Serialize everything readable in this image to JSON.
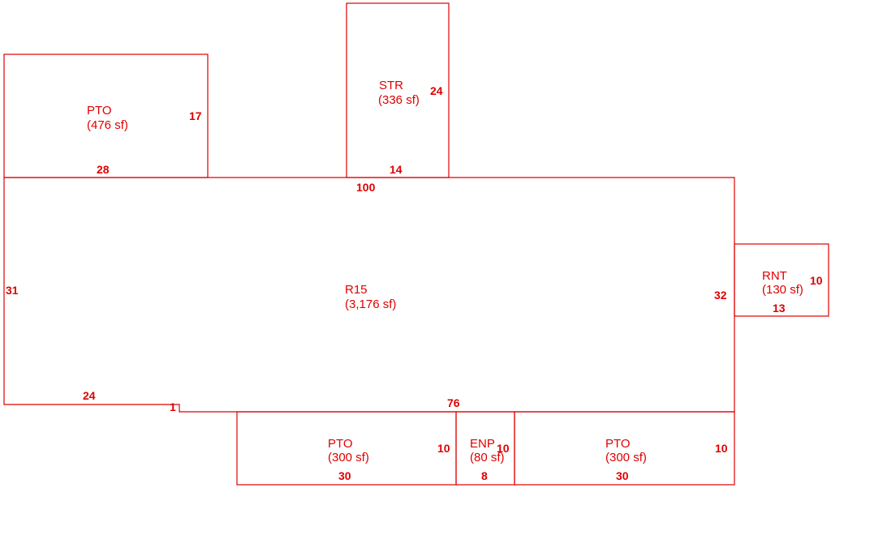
{
  "areas": {
    "pto_top": {
      "code": "PTO",
      "area": "(476 sf)"
    },
    "str": {
      "code": "STR",
      "area": "(336 sf)"
    },
    "r15": {
      "code": "R15",
      "area": "(3,176 sf)"
    },
    "rnt": {
      "code": "RNT",
      "area": "(130 sf)"
    },
    "pto_left": {
      "code": "PTO",
      "area": "(300 sf)"
    },
    "enp": {
      "code": "ENP",
      "area": "(80 sf)"
    },
    "pto_right": {
      "code": "PTO",
      "area": "(300 sf)"
    }
  },
  "dimensions": {
    "pto_top_side": "17",
    "pto_top_bottom": "28",
    "str_side": "24",
    "str_bottom": "14",
    "r15_top": "100",
    "r15_left": "31",
    "r15_right": "32",
    "r15_bottom_left": "24",
    "r15_notch": "1",
    "r15_bottom_right": "76",
    "rnt_side": "10",
    "rnt_bottom": "13",
    "pto_left_side": "10",
    "pto_left_bottom": "30",
    "enp_side": "10",
    "enp_bottom": "8",
    "pto_right_side": "10",
    "pto_right_bottom": "30"
  },
  "colors": {
    "line": "#e00000"
  }
}
